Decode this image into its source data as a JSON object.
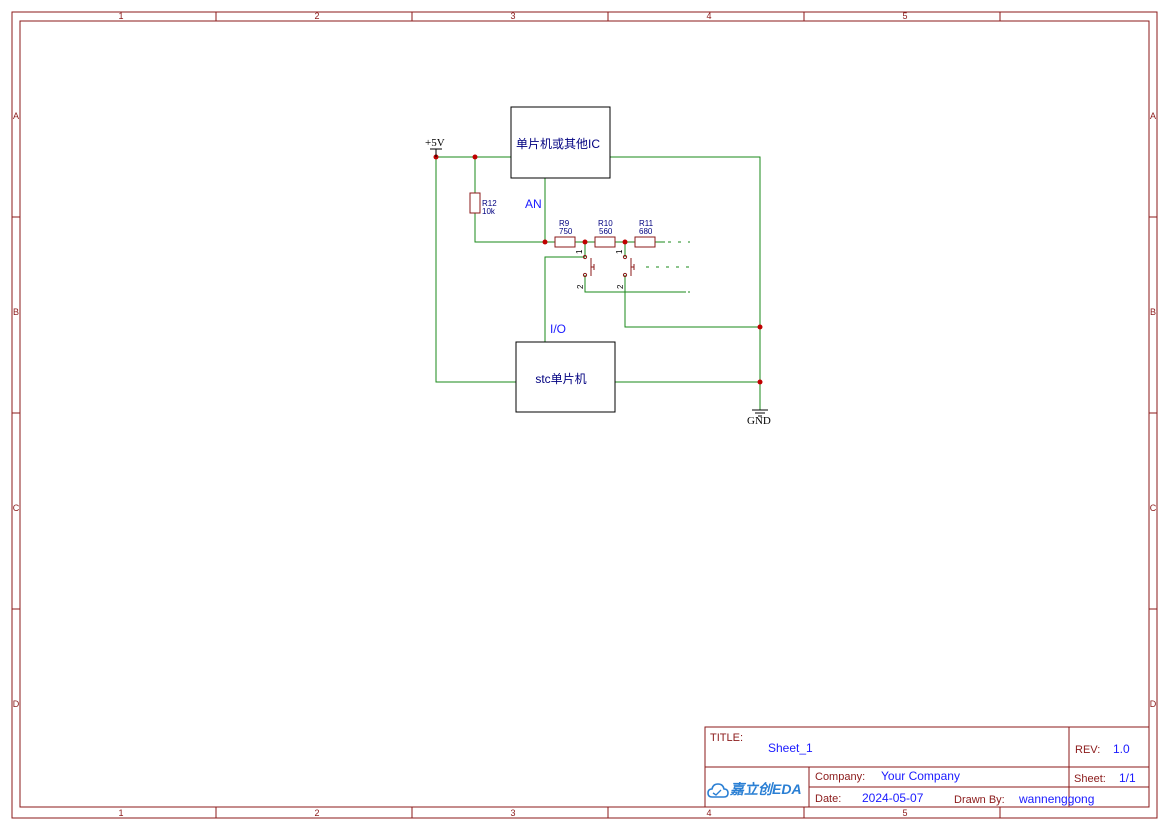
{
  "frame": {
    "columns": [
      "1",
      "2",
      "3",
      "4",
      "5"
    ],
    "rows": [
      "A",
      "B",
      "C",
      "D"
    ]
  },
  "blocks": {
    "ic": "单片机或其他IC",
    "stc": "stc单片机"
  },
  "nets": {
    "power": "+5V",
    "ground": "GND",
    "an": "AN",
    "io": "I/O"
  },
  "resistors": [
    {
      "ref": "R12",
      "value": "10k"
    },
    {
      "ref": "R9",
      "value": "750"
    },
    {
      "ref": "R10",
      "value": "560"
    },
    {
      "ref": "R11",
      "value": "680"
    }
  ],
  "switch_pins": {
    "sw1_top": "1",
    "sw1_bottom": "2",
    "sw2_top": "1",
    "sw2_bottom": "2"
  },
  "title_block": {
    "title_label": "TITLE:",
    "title": "Sheet_1",
    "rev_label": "REV:",
    "rev": "1.0",
    "company_label": "Company:",
    "company": "Your Company",
    "sheet_label": "Sheet:",
    "sheet": "1/1",
    "date_label": "Date:",
    "date": "2024-05-07",
    "drawn_label": "Drawn By:",
    "drawn_by": "wannenggong",
    "logo_text": "嘉立创EDA"
  },
  "colors": {
    "wire": "#1a8a1a",
    "frame": "#8b1a1a",
    "junction": "#c00000",
    "label": "#1a1aff"
  }
}
